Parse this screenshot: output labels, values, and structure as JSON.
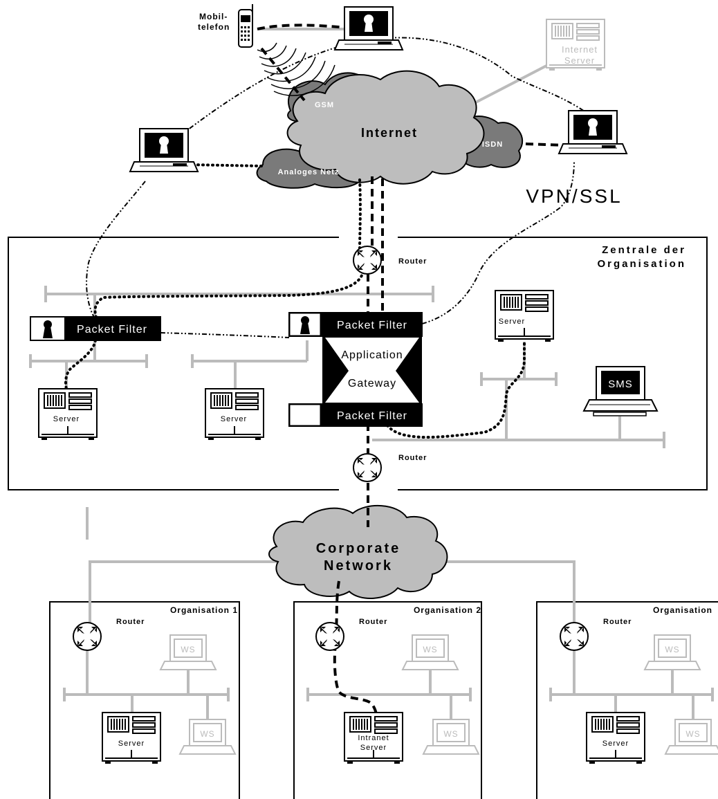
{
  "labels": {
    "mobilephone": "Mobil-",
    "mobilephone2": "telefon",
    "internet_server": "Internet",
    "internet_server2": "Server",
    "gsm": "GSM",
    "internet": "Internet",
    "isdn": "ISDN",
    "analog": "Analoges Netz",
    "vpn": "VPN/SSL",
    "zentrale1": "Zentrale der",
    "zentrale2": "Organisation",
    "router": "Router",
    "packet_filter": "Packet Filter",
    "app_gateway1": "Application",
    "app_gateway2": "Gateway",
    "server": "Server",
    "sms": "SMS",
    "corporate1": "Corporate",
    "corporate2": "Network",
    "org1": "Organisation 1",
    "org2": "Organisation 2",
    "org3": "Organisation",
    "ws": "WS",
    "intranet1": "Intranet",
    "intranet2": "Server"
  },
  "colors": {
    "cloud_light": "#bdbdbd",
    "cloud_dark": "#7a7a7a",
    "gray_line": "#bbbbbb",
    "black": "#000000"
  }
}
